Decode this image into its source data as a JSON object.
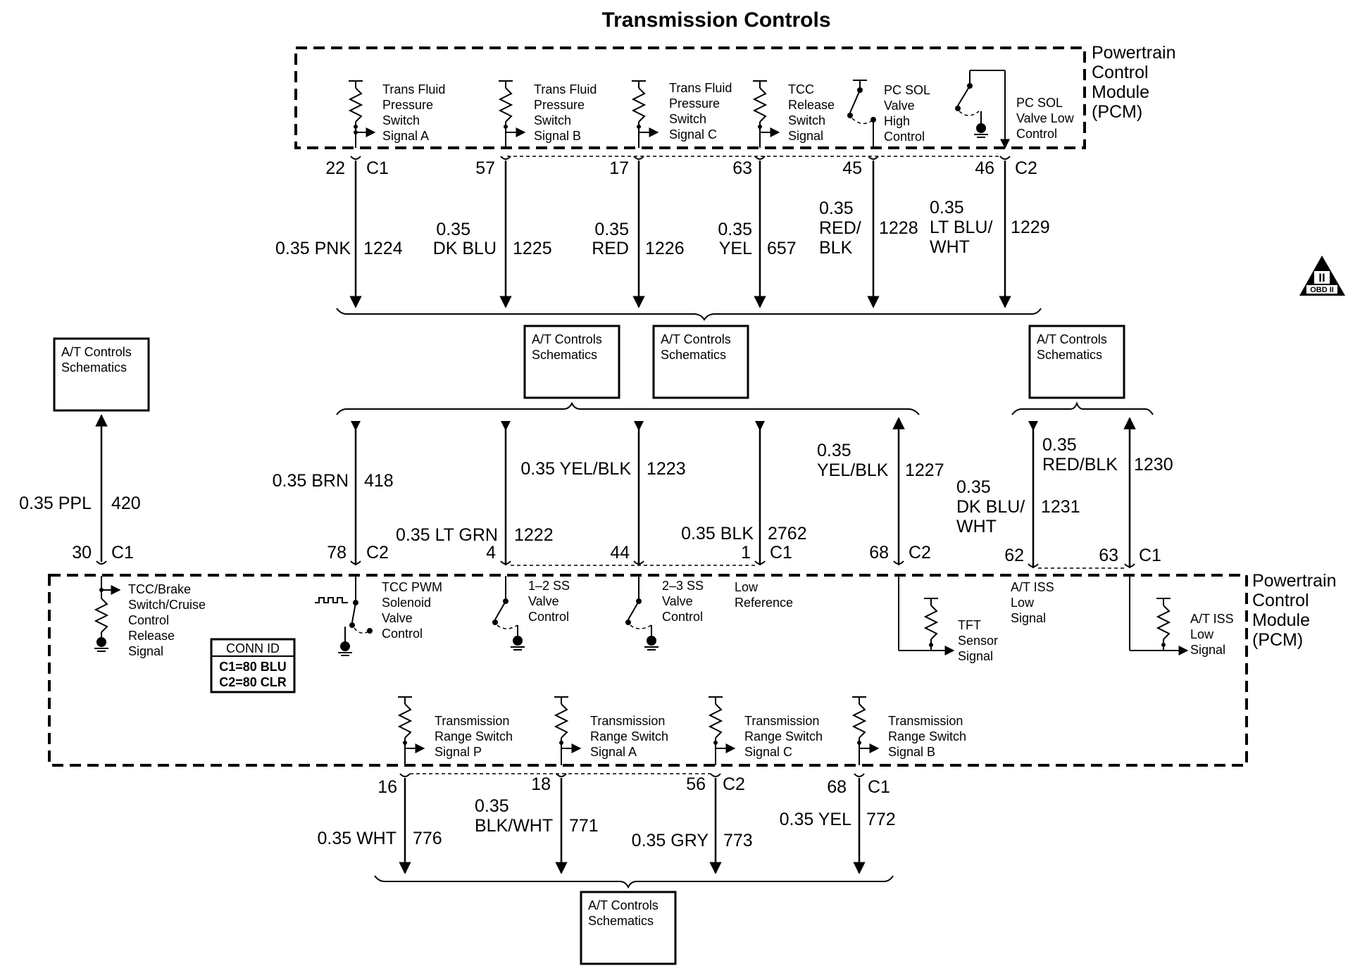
{
  "title": "Transmission Controls",
  "modules": {
    "top_label": [
      "Powertrain",
      "Control",
      "Module",
      "(PCM)"
    ],
    "bottom_label": [
      "Powertrain",
      "Control",
      "Module",
      "(PCM)"
    ]
  },
  "top_components": [
    {
      "label": [
        "Trans Fluid",
        "Pressure",
        "Switch",
        "Signal A"
      ]
    },
    {
      "label": [
        "Trans Fluid",
        "Pressure",
        "Switch",
        "Signal B"
      ]
    },
    {
      "label": [
        "Trans Fluid",
        "Pressure",
        "Switch",
        "Signal C"
      ]
    },
    {
      "label": [
        "TCC",
        "Release",
        "Switch",
        "Signal"
      ]
    },
    {
      "label": [
        "PC SOL",
        "Valve",
        "High",
        "Control"
      ]
    },
    {
      "label": [
        "PC SOL",
        "Valve Low",
        "Control"
      ]
    }
  ],
  "top_wires": [
    {
      "pin": "22",
      "connector": "C1",
      "gauge_color": [
        "0.35 PNK"
      ],
      "circuit": "1224"
    },
    {
      "pin": "57",
      "gauge_color": [
        "0.35",
        "DK BLU"
      ],
      "circuit": "1225"
    },
    {
      "pin": "17",
      "gauge_color": [
        "0.35",
        "RED"
      ],
      "circuit": "1226"
    },
    {
      "pin": "63",
      "gauge_color": [
        "0.35",
        "YEL"
      ],
      "circuit": "657"
    },
    {
      "pin": "45",
      "gauge_color": [
        "0.35",
        "RED/",
        "BLK"
      ],
      "circuit": "1228"
    },
    {
      "pin": "46",
      "connector": "C2",
      "gauge_color": [
        "0.35",
        "LT BLU/",
        "WHT"
      ],
      "circuit": "1229"
    }
  ],
  "schematic_boxes": [
    [
      "A/T Controls",
      "Schematics"
    ],
    [
      "A/T Controls",
      "Schematics"
    ],
    [
      "A/T Controls",
      "Schematics"
    ],
    [
      "A/T Controls",
      "Schematics"
    ],
    [
      "A/T Controls",
      "Schematics"
    ]
  ],
  "middle_wires": [
    {
      "pin": "30",
      "connector": "C1",
      "gauge_color": [
        "0.35 PPL"
      ],
      "circuit": "420"
    },
    {
      "pin": "78",
      "connector": "C2",
      "gauge_color": [
        "0.35 BRN"
      ],
      "circuit": "418"
    },
    {
      "pin": "4",
      "gauge_color": [
        "0.35 LT GRN"
      ],
      "circuit": "1222"
    },
    {
      "pin": "44",
      "gauge_color": [
        "0.35 YEL/BLK"
      ],
      "circuit": "1223"
    },
    {
      "pin": "1",
      "connector": "C1",
      "gauge_color": [
        "0.35 BLK"
      ],
      "circuit": "2762"
    },
    {
      "pin": "68",
      "connector": "C2",
      "gauge_color": [
        "0.35",
        "YEL/BLK"
      ],
      "circuit": "1227"
    },
    {
      "pin": "62",
      "gauge_color": [
        "0.35",
        "DK BLU/",
        "WHT"
      ],
      "circuit": "1231"
    },
    {
      "pin": "63",
      "connector": "C1",
      "gauge_color": [
        "0.35",
        "RED/BLK"
      ],
      "circuit": "1230"
    }
  ],
  "middle_components": [
    {
      "label": [
        "TCC/Brake",
        "Switch/Cruise",
        "Control",
        "Release",
        "Signal"
      ]
    },
    {
      "label": [
        "TCC PWM",
        "Solenoid",
        "Valve",
        "Control"
      ]
    },
    {
      "label": [
        "1–2 SS",
        "Valve",
        "Control"
      ]
    },
    {
      "label": [
        "2–3 SS",
        "Valve",
        "Control"
      ]
    },
    {
      "label": [
        "Low",
        "Reference"
      ]
    },
    {
      "label": [
        "TFT",
        "Sensor",
        "Signal"
      ]
    },
    {
      "label": [
        "A/T ISS",
        "Low",
        "Signal"
      ]
    },
    {
      "label": [
        "A/T ISS",
        "Low",
        "Signal"
      ]
    }
  ],
  "conn_id": {
    "title": "CONN ID",
    "lines": [
      "C1=80 BLU",
      "C2=80 CLR"
    ]
  },
  "bottom_components": [
    {
      "label": [
        "Transmission",
        "Range Switch",
        "Signal P"
      ]
    },
    {
      "label": [
        "Transmission",
        "Range Switch",
        "Signal A"
      ]
    },
    {
      "label": [
        "Transmission",
        "Range Switch",
        "Signal C"
      ]
    },
    {
      "label": [
        "Transmission",
        "Range Switch",
        "Signal B"
      ]
    }
  ],
  "bottom_wires": [
    {
      "pin": "16",
      "gauge_color": [
        "0.35 WHT"
      ],
      "circuit": "776"
    },
    {
      "pin": "18",
      "gauge_color": [
        "0.35",
        "BLK/WHT"
      ],
      "circuit": "771"
    },
    {
      "pin": "56",
      "connector": "C2",
      "gauge_color": [
        "0.35 GRY"
      ],
      "circuit": "773"
    },
    {
      "pin": "68",
      "connector": "C1",
      "gauge_color": [
        "0.35 YEL"
      ],
      "circuit": "772"
    }
  ],
  "obd_badge": {
    "numeral": "II",
    "text": "OBD II"
  }
}
